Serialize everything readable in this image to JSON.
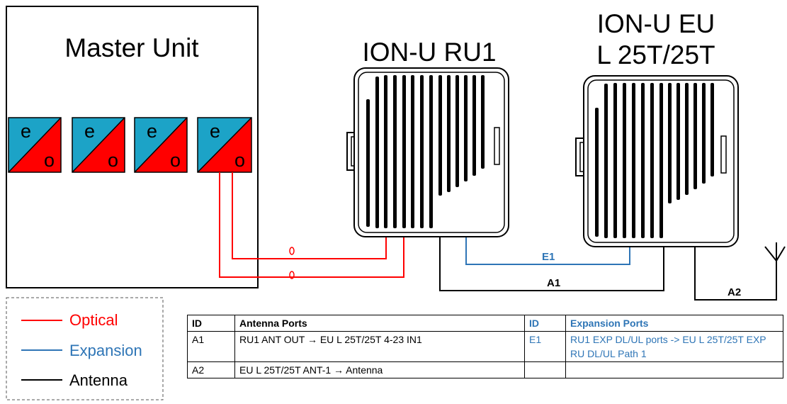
{
  "master": {
    "title": "Master Unit"
  },
  "modules": [
    {
      "top": "e",
      "bottom": "o"
    },
    {
      "top": "e",
      "bottom": "o"
    },
    {
      "top": "e",
      "bottom": "o"
    },
    {
      "top": "e",
      "bottom": "o"
    }
  ],
  "ru": {
    "title": "ION-U RU1"
  },
  "eu": {
    "title_line1": "ION-U EU",
    "title_line2": "L 25T/25T"
  },
  "links": {
    "e1": "E1",
    "a1": "A1",
    "a2": "A2"
  },
  "legend": {
    "optical": "Optical",
    "expansion": "Expansion",
    "antenna": "Antenna"
  },
  "colors": {
    "optical": "#ff0000",
    "expansion": "#2e75b6",
    "antenna": "#000000",
    "module_teal": "#1ca3c7"
  },
  "table": {
    "headers": {
      "id1": "ID",
      "antenna_ports": "Antenna Ports",
      "id2": "ID",
      "expansion_ports": "Expansion Ports"
    },
    "rows": [
      {
        "id1": "A1",
        "antenna": "RU1 ANT OUT → EU L 25T/25T 4-23 IN1",
        "id2": "E1",
        "expansion": "RU1 EXP DL/UL ports -> EU L 25T/25T EXP RU DL/UL Path 1"
      },
      {
        "id1": "A2",
        "antenna": "EU L 25T/25T ANT-1 → Antenna",
        "id2": "",
        "expansion": ""
      }
    ]
  }
}
